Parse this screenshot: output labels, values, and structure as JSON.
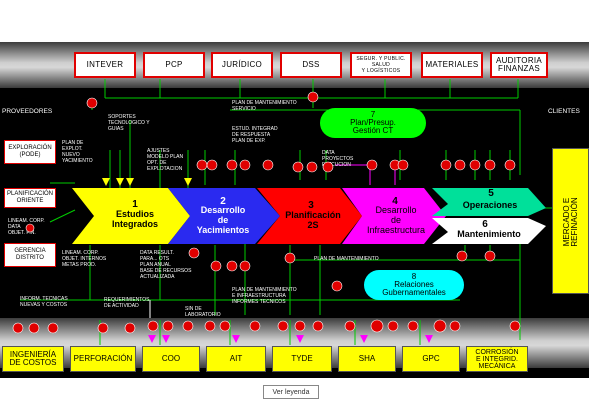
{
  "top_boxes": [
    "INTEVER",
    "PCP",
    "JURÍDICO",
    "DSS",
    "SEGUR. Y PUBLIC.\nSALUD\nY LOGÍSTICOS",
    "MATERIALES",
    "AUDITORIA\nFINANZAS"
  ],
  "bottom_boxes": [
    "INGENIERÍA\nDE COSTOS",
    "PERFORACIÓN",
    "COO",
    "AIT",
    "TYDE",
    "SHA",
    "GPC",
    "CORROSIÓN\nE INTEGRID.\nMECÁNICA"
  ],
  "left_boxes": [
    "EXPLORACIÓN\n(PODE)",
    "PLANIFICACIÓN\nORIENTE",
    "GERENCIA\nDISTRITO"
  ],
  "side_labels": {
    "left": "PROVEEDORES",
    "right": "CLIENTES"
  },
  "mercado_box": "MERCADO E\nREFINACIÓN",
  "processes": [
    {
      "num": "1",
      "name": "Estudios\nIntegrados"
    },
    {
      "num": "2",
      "name": "Desarrollo\nde\nYacimientos"
    },
    {
      "num": "3",
      "name": "Planificación\n2S"
    },
    {
      "num": "4",
      "name": "Desarrollo\nde\nInfraestructura"
    },
    {
      "num": "5",
      "name": "Operaciones"
    },
    {
      "num": "6",
      "name": "Mantenimiento"
    }
  ],
  "bubbles": {
    "b7": {
      "num": "7",
      "text": "Plan/Presup.\nGestión CT"
    },
    "b8": {
      "num": "8",
      "text": "Relaciones\nGubernamentales"
    }
  },
  "annotations": {
    "soportes": "SOPORTES\nTECNOLOGICO Y\nGUIAS",
    "plan_mant_top": "PLAN DE MANTENIMIENTO\nSERVICIO",
    "estudios": "ESTUD. INTEGRAD\nDE RESPUESTA\nPLAN DE EXP.",
    "plan_explot": "PLAN DE\nEXPLOT.\nNUEVO\nYACIMIENTO",
    "ajustes": "AJUSTES\nMODELO PLAN\nOPT. DE\nEXPLOTACION",
    "datos_proy": "DATA\nPROYECTOS\nEJECUCION",
    "lineam_corp": "LINEAM. CORP.\nDATA\nOBJET. FIN.",
    "lineam_corp2": "LINEAM. CORP.\nOBJET. INTERNOS\nMETAS PROD.",
    "data_result": "DATA RESULT.\nPARA... OTS\nPLAN ANUAL\nBASE DE RECURSOS\nACTUALIZADA",
    "plan_mant_bot": "PLAN DE MANTENIMIENTO",
    "plan_mant_inf": "PLAN DE MANTENIMIENTO\nE INFRAESTRUCTURA\nINFORMES TECNICOS",
    "inform_tec": "INFORM. TECNICAS\nNUEVAS Y COSTOS",
    "requerimientos": "REQUERIMIENTOS\nDE ACTIVIDAD",
    "sin_labor": "SIN DE\nLABORATORIO"
  },
  "legend": "Ver leyenda",
  "colors": {
    "p1": "#ffff00",
    "p2": "#2a2af0",
    "p3": "#ff0000",
    "p4": "#ff00ff",
    "p5": "#00e09a",
    "p6": "#ffffff",
    "b7": "#00ff00",
    "b8": "#00ffff",
    "node": "#e00000",
    "line": "#00cc00"
  }
}
